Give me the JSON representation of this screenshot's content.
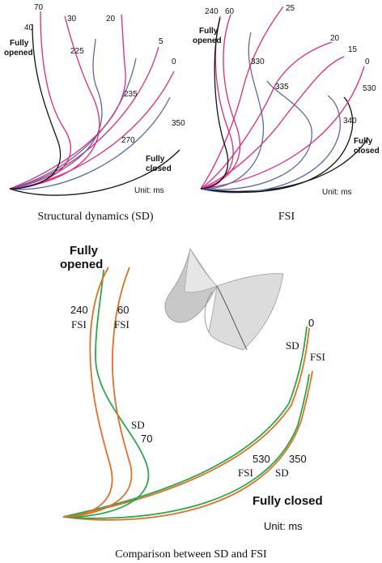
{
  "colors": {
    "black": "#111111",
    "magenta": "#e0287a",
    "blue": "#5a6aa8",
    "orange": "#e07028",
    "green": "#2aa84a"
  },
  "panel_sd": {
    "caption": "Structural dynamics (SD)",
    "fully_opened_line1": "Fully",
    "fully_opened_line2": "opened",
    "fully_closed_line1": "Fully",
    "fully_closed_line2": "closed",
    "unit": "Unit: ms",
    "labels": {
      "t40": "40",
      "t70": "70",
      "t30": "30",
      "t20": "20",
      "t225": "225",
      "t5": "5",
      "t0": "0",
      "t235": "235",
      "t350": "350",
      "t270": "270"
    }
  },
  "panel_fsi": {
    "caption": "FSI",
    "fully_opened_line1": "Fully",
    "fully_opened_line2": "opened",
    "fully_closed_line1": "Fully",
    "fully_closed_line2": "closed",
    "unit": "Unit: ms",
    "labels": {
      "t240": "240",
      "t60": "60",
      "t25": "25",
      "t330": "330",
      "t20": "20",
      "t15": "15",
      "t335": "335",
      "t0": "0",
      "t530": "530",
      "t340": "340"
    }
  },
  "panel_compare": {
    "caption": "Comparison between SD and FSI",
    "fully_opened_line1": "Fully",
    "fully_opened_line2": "opened",
    "fully_closed": "Fully closed",
    "unit": "Unit: ms",
    "labels": {
      "l240": "240",
      "lFSI_a": "FSI",
      "l60": "60",
      "lFSI_b": "FSI",
      "lSD70a": "SD",
      "l70": "70",
      "l0": "0",
      "lSD_0": "SD",
      "lFSI_0": "FSI",
      "l530": "530",
      "lFSI_530": "FSI",
      "l350": "350",
      "lSD_350": "SD"
    }
  }
}
